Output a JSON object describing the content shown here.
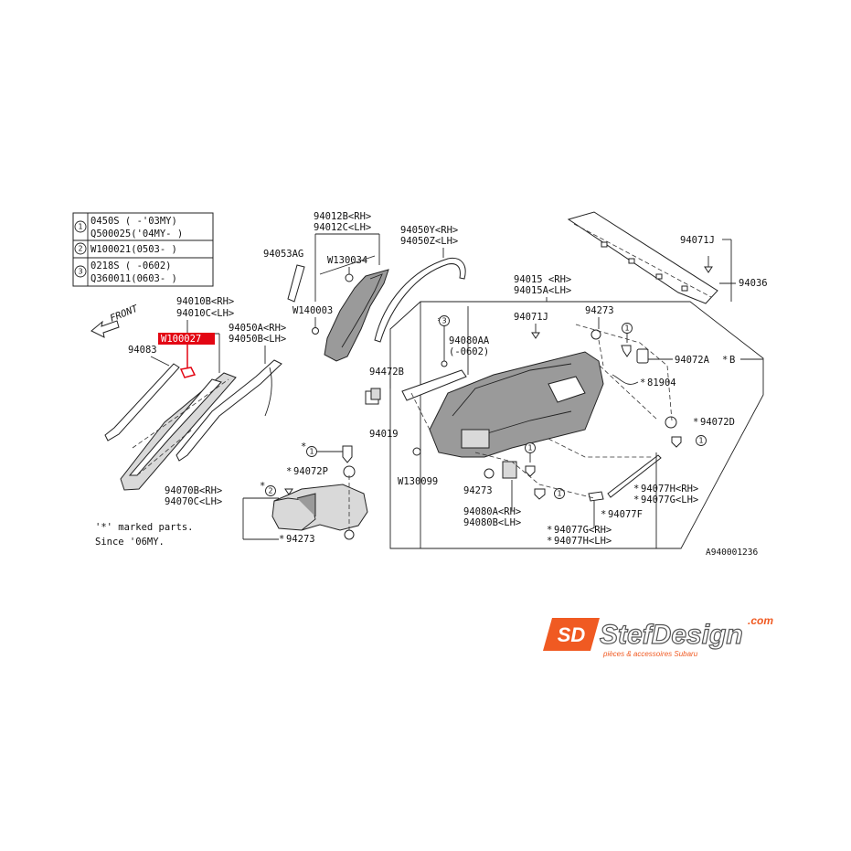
{
  "legend": {
    "rows": [
      {
        "num": "1",
        "lines": [
          "0450S   ( -'03MY)",
          "Q500025('04MY- )"
        ]
      },
      {
        "num": "2",
        "lines": [
          "W100021(0503-  )"
        ]
      },
      {
        "num": "3",
        "lines": [
          "0218S   ( -0602)",
          "Q360011(0603- )"
        ]
      }
    ]
  },
  "front_label": "FRONT",
  "highlight_part": "W100027",
  "highlight_color": "#e30613",
  "note": {
    "line1": "'*' marked parts.",
    "line2": "Since '06MY."
  },
  "labels": {
    "p94010b": "94010B<RH>",
    "p94010c": "94010C<LH>",
    "p94083": "94083",
    "p94053ag": "94053AG",
    "p94012b": "94012B<RH>",
    "p94012c": "94012C<LH>",
    "w130034": "W130034",
    "w140003": "W140003",
    "p94050a": "94050A<RH>",
    "p94050b": "94050B<LH>",
    "p94050y": "94050Y<RH>",
    "p94050z": "94050Z<LH>",
    "p94015": "94015 <RH>",
    "p94015a": "94015A<LH>",
    "p94071j_a": "94071J",
    "p94071j_b": "94071J",
    "p94036": "94036",
    "p94273_a": "94273",
    "p94072a": "94072A",
    "p94072a_b": "B",
    "p81904": "81904",
    "p94080aa": "94080AA",
    "p94080aa_sub": "(-0602)",
    "p94472b": "94472B",
    "p94019": "94019",
    "p94072d": "94072D",
    "w130099": "W130099",
    "p94273_b": "94273",
    "p94080a": "94080A<RH>",
    "p94080b": "94080B<LH>",
    "p94077h_a": "94077H<RH>",
    "p94077g_a": "94077G<LH>",
    "p94077f": "94077F",
    "p94077g_b": "94077G<RH>",
    "p94077h_b": "94077H<LH>",
    "p94072p": "94072P",
    "p94070b": "94070B<RH>",
    "p94070c": "94070C<LH>",
    "p94273_c": "94273",
    "diagram_id": "A940001236"
  },
  "logo": {
    "mark": "SD",
    "name": "StefDesign",
    "tld": ".com",
    "tagline": "pièces & accessoires Subaru",
    "color": "#f05a22"
  }
}
